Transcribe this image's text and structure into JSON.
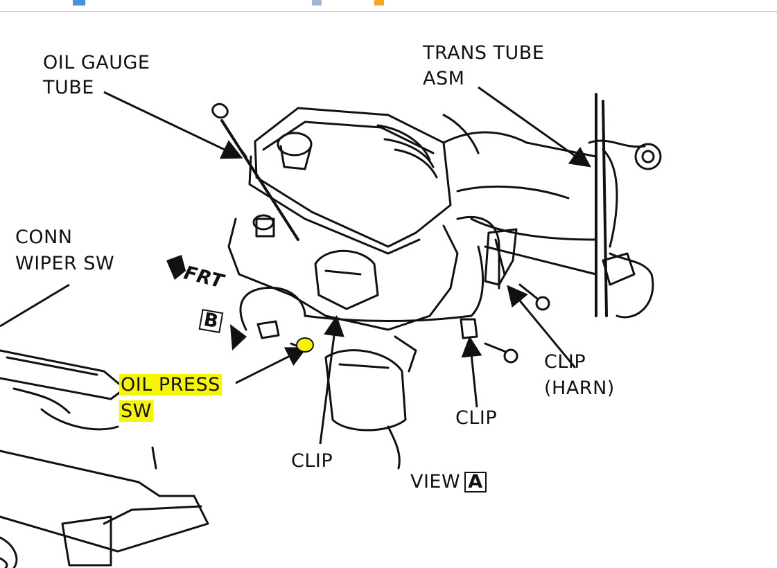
{
  "diagram": {
    "labels": {
      "oil_gauge_tube_1": "OIL GAUGE",
      "oil_gauge_tube_2": "TUBE",
      "trans_tube_1": "TRANS TUBE",
      "trans_tube_2": "ASM",
      "conn_wiper_1": "CONN",
      "conn_wiper_2": "WIPER SW",
      "frt": "FRT",
      "b_marker": "B",
      "oil_press_1": "OIL PRESS",
      "oil_press_2": "SW",
      "clip_harn_1": "CLIP",
      "clip_harn_2": "(HARN)",
      "clip_right": "CLIP",
      "clip_center": "CLIP",
      "view": "VIEW",
      "view_marker": "A"
    },
    "highlight_color": "#f7f500",
    "line_color": "#111111"
  }
}
